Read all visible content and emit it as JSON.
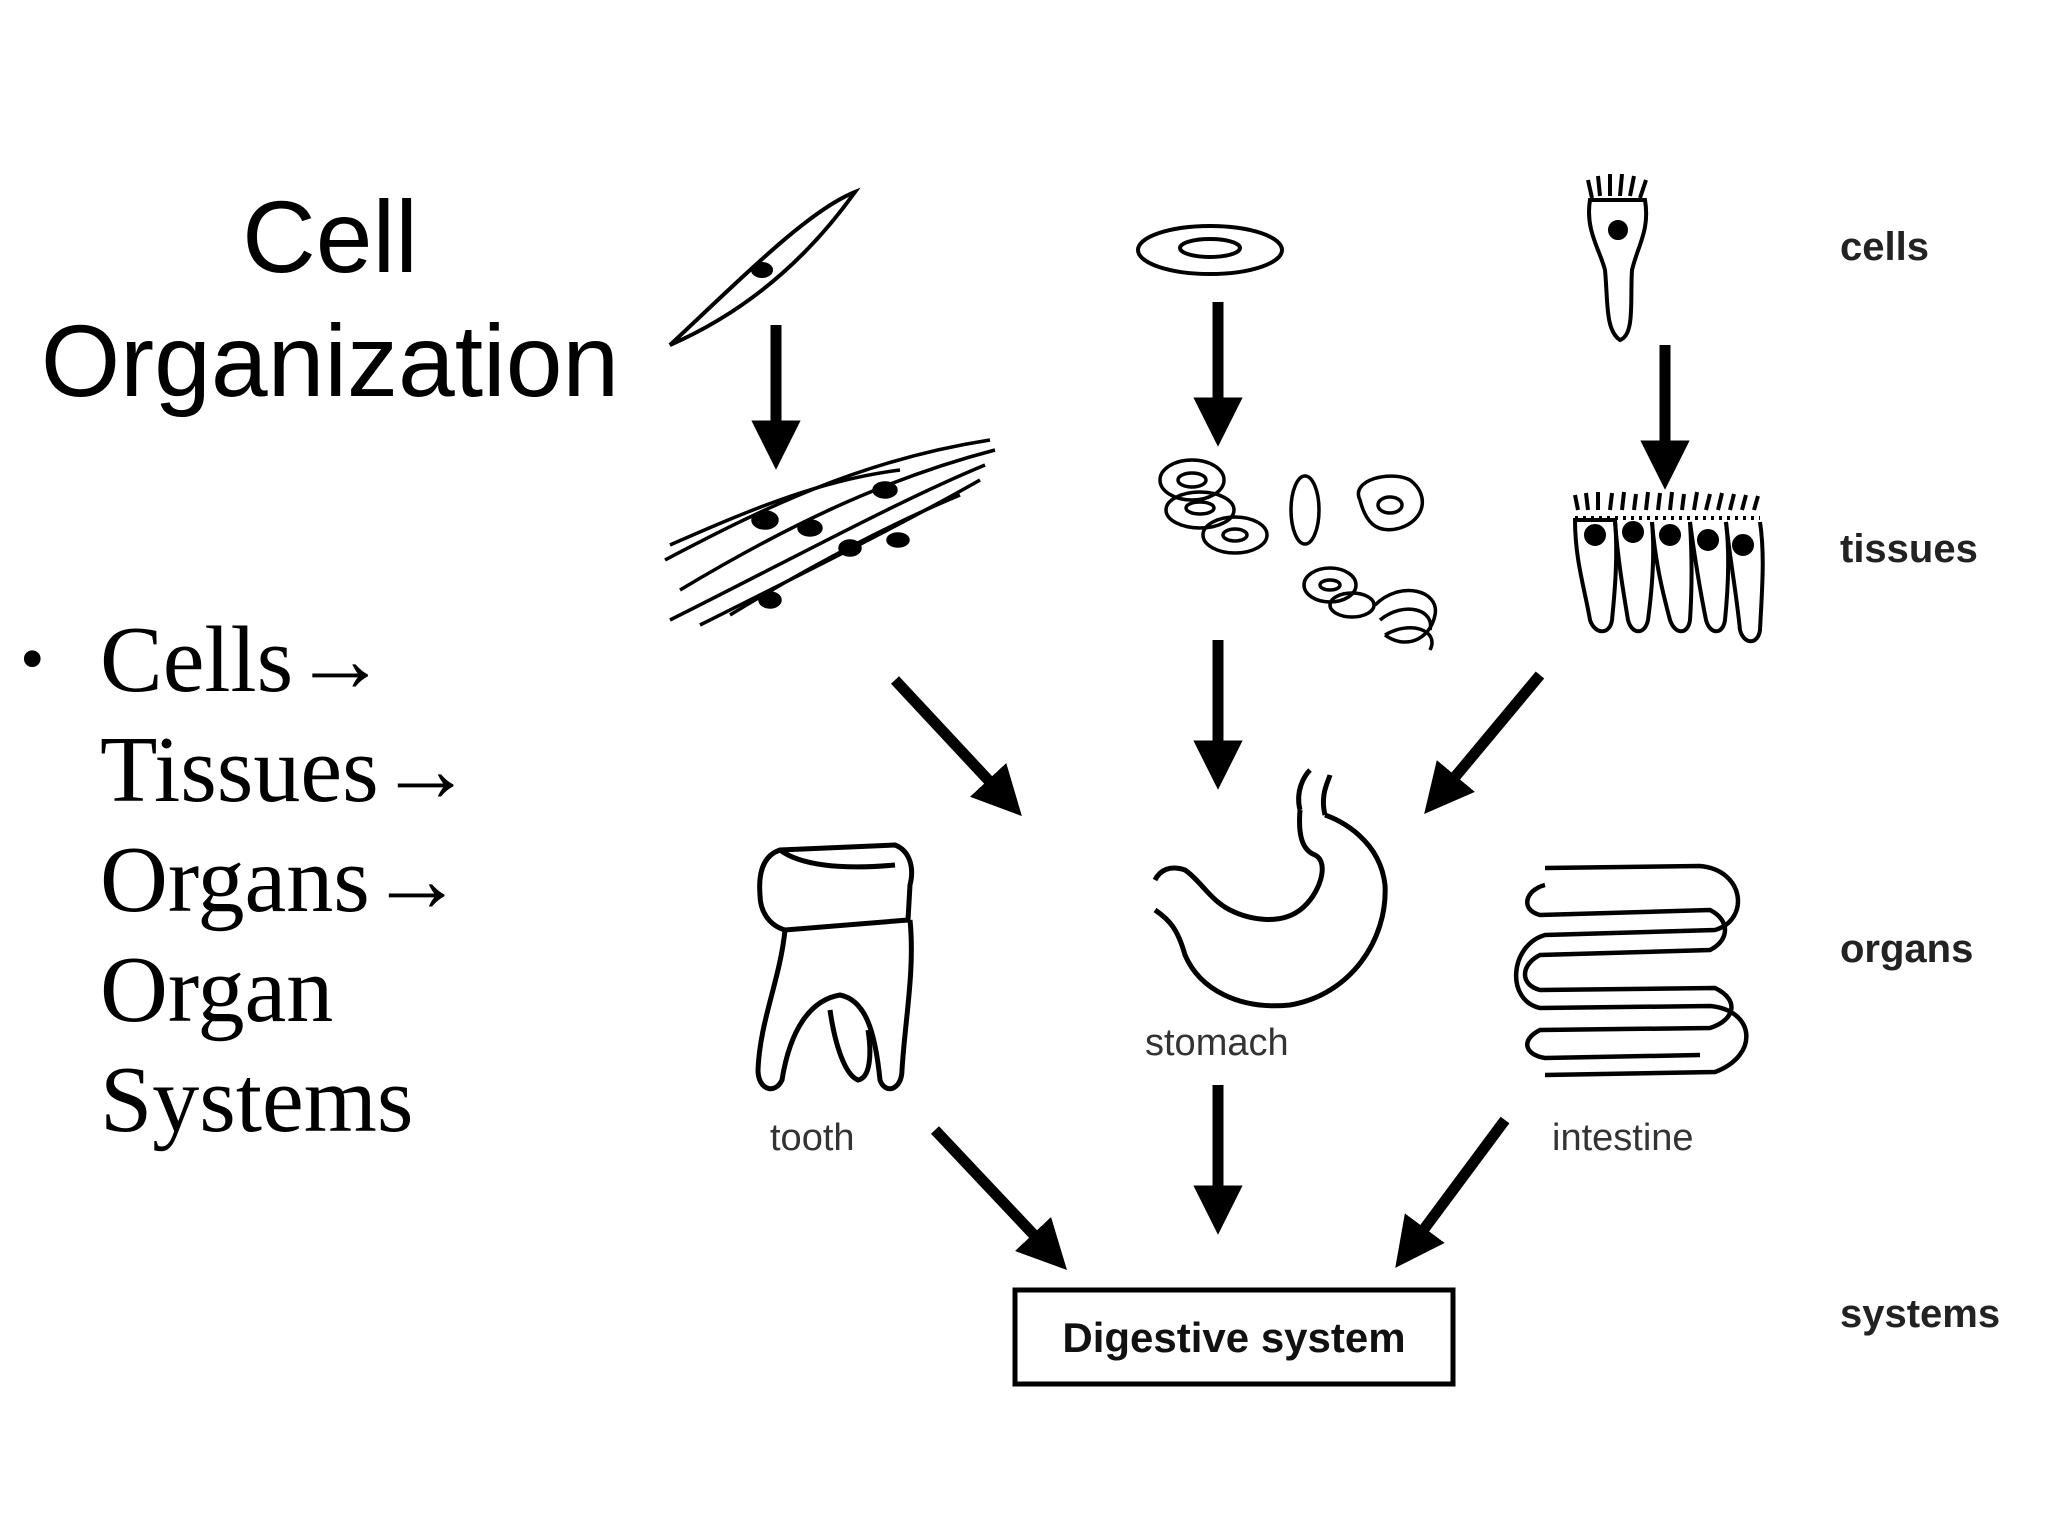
{
  "title": {
    "line1": "Cell",
    "line2": "Organization"
  },
  "bullet": {
    "marker": "•",
    "lines": [
      "Cells→",
      "Tissues→",
      "Organs→",
      "Organ",
      "Systems"
    ]
  },
  "diagram": {
    "levels": [
      "cells",
      "tissues",
      "organs",
      "systems"
    ],
    "organs": [
      "tooth",
      "stomach",
      "intestine"
    ],
    "system": "Digestive system"
  }
}
